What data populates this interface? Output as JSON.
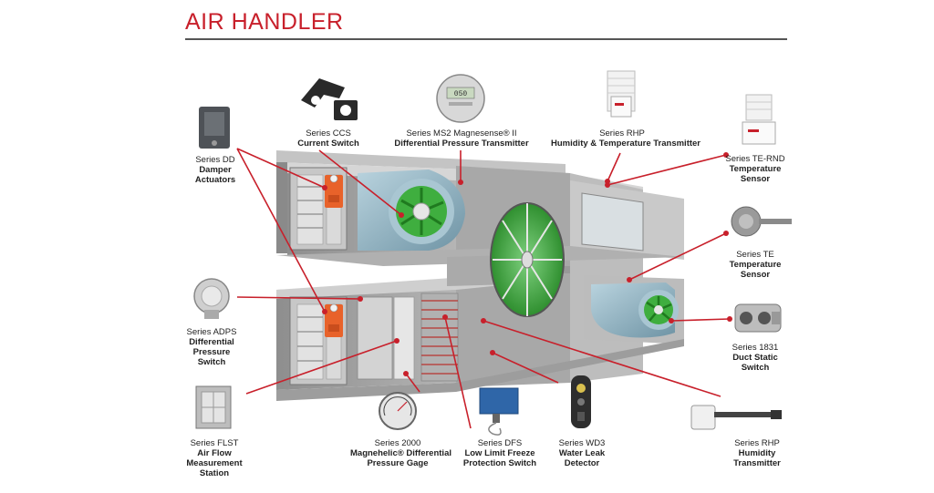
{
  "title": "AIR HANDLER",
  "colors": {
    "accent": "#c8202b",
    "housing": "#9a9a9a",
    "fan": "#8fb4c4",
    "wheel": "#3fae3f",
    "damper": "#e8622a"
  },
  "components": [
    {
      "id": "dd",
      "series": "Series DD",
      "name": [
        "Damper",
        "Actuators"
      ]
    },
    {
      "id": "ccs",
      "series": "Series CCS",
      "name": [
        "Current Switch"
      ]
    },
    {
      "id": "ms2",
      "series": "Series MS2 Magnesense® II",
      "name": [
        "Differential Pressure Transmitter"
      ]
    },
    {
      "id": "rhp_top",
      "series": "Series RHP",
      "name": [
        "Humidity & Temperature Transmitter"
      ]
    },
    {
      "id": "te_rnd",
      "series": "Series TE-RND",
      "name": [
        "Temperature",
        "Sensor"
      ]
    },
    {
      "id": "te",
      "series": "Series TE",
      "name": [
        "Temperature",
        "Sensor"
      ]
    },
    {
      "id": "s1831",
      "series": "Series 1831",
      "name": [
        "Duct Static",
        "Switch"
      ]
    },
    {
      "id": "adps",
      "series": "Series ADPS",
      "name": [
        "Differential",
        "Pressure",
        "Switch"
      ]
    },
    {
      "id": "flst",
      "series": "Series FLST",
      "name": [
        "Air Flow",
        "Measurement",
        "Station"
      ]
    },
    {
      "id": "s2000",
      "series": "Series 2000",
      "name": [
        "Magnehelic® Differential",
        "Pressure Gage"
      ]
    },
    {
      "id": "dfs",
      "series": "Series DFS",
      "name": [
        "Low Limit Freeze",
        "Protection Switch"
      ]
    },
    {
      "id": "wd3",
      "series": "Series WD3",
      "name": [
        "Water Leak",
        "Detector"
      ]
    },
    {
      "id": "rhp_bot",
      "series": "Series RHP",
      "name": [
        "Humidity",
        "Transmitter"
      ]
    }
  ],
  "device_text": {
    "ms2_display": "050"
  }
}
